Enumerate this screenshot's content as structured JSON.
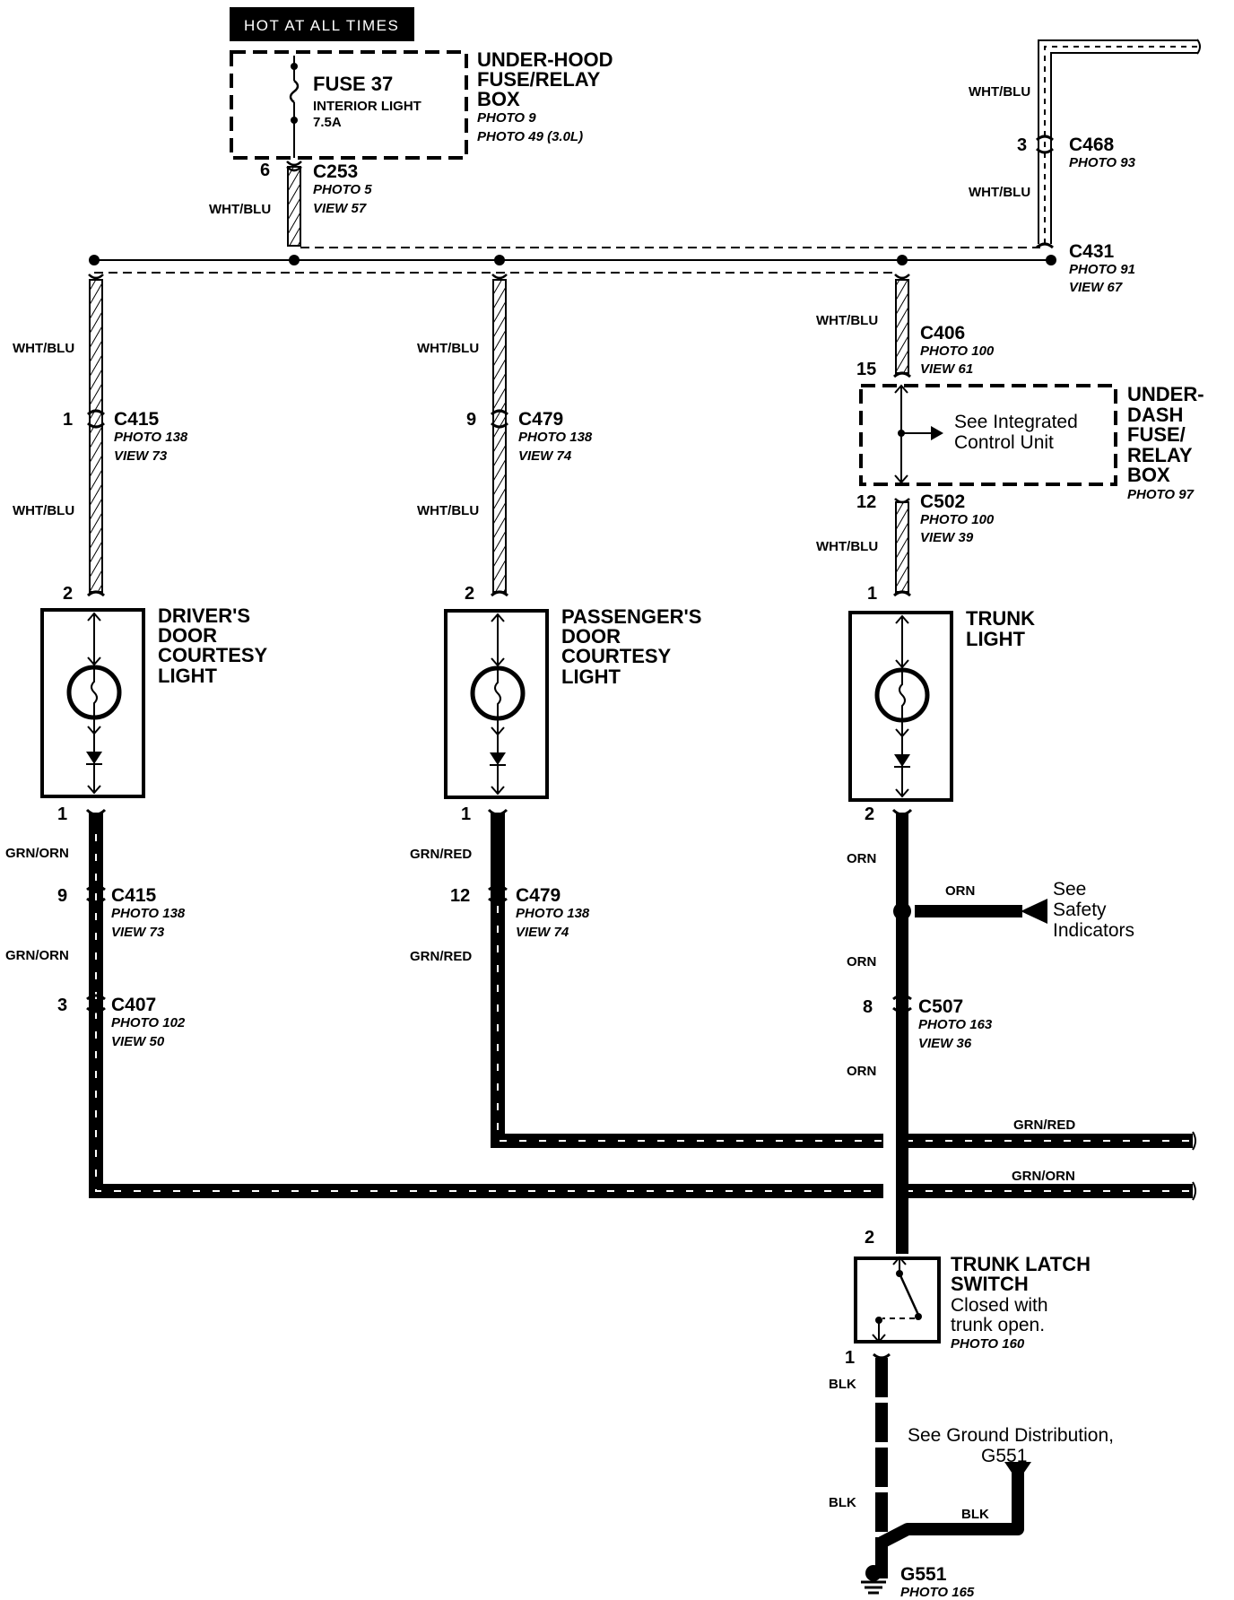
{
  "hot_at_all_times": "HOT AT ALL TIMES",
  "underhood_box": {
    "title_lines": [
      "UNDER-HOOD",
      "FUSE/RELAY",
      "BOX"
    ],
    "refs": [
      "PHOTO 9",
      "PHOTO 49 (3.0L)"
    ],
    "fuse_name": "FUSE 37",
    "fuse_desc": "INTERIOR LIGHT",
    "fuse_rating": "7.5A"
  },
  "c253": {
    "pin": "6",
    "name": "C253",
    "refs": [
      "PHOTO 5",
      "VIEW 57"
    ]
  },
  "c468": {
    "pin": "3",
    "name": "C468",
    "refs": [
      "PHOTO 93"
    ]
  },
  "c431": {
    "name": "C431",
    "refs": [
      "PHOTO 91",
      "VIEW 67"
    ]
  },
  "c406": {
    "pin": "15",
    "name": "C406",
    "refs": [
      "PHOTO 100",
      "VIEW 61"
    ]
  },
  "c502": {
    "pin": "12",
    "name": "C502",
    "refs": [
      "PHOTO 100",
      "VIEW 39"
    ]
  },
  "underdash_box": {
    "title_lines": [
      "UNDER-",
      "DASH",
      "FUSE/",
      "RELAY",
      "BOX"
    ],
    "ref": "PHOTO 97",
    "note_lines": [
      "See Integrated",
      "Control Unit"
    ]
  },
  "c415_top": {
    "pin": "1",
    "name": "C415",
    "refs": [
      "PHOTO 138",
      "VIEW 73"
    ]
  },
  "c479_top": {
    "pin": "9",
    "name": "C479",
    "refs": [
      "PHOTO 138",
      "VIEW 74"
    ]
  },
  "drivers_light": {
    "title_lines": [
      "DRIVER'S",
      "DOOR",
      "COURTESY",
      "LIGHT"
    ],
    "pin_top": "2",
    "pin_bottom": "1"
  },
  "passengers_light": {
    "title_lines": [
      "PASSENGER'S",
      "DOOR",
      "COURTESY",
      "LIGHT"
    ],
    "pin_top": "2",
    "pin_bottom": "1"
  },
  "trunk_light": {
    "title_lines": [
      "TRUNK",
      "LIGHT"
    ],
    "pin_top": "1",
    "pin_bottom": "2"
  },
  "c415_bottom": {
    "pin": "9",
    "name": "C415",
    "refs": [
      "PHOTO 138",
      "VIEW 73"
    ]
  },
  "c407": {
    "pin": "3",
    "name": "C407",
    "refs": [
      "PHOTO 102",
      "VIEW 50"
    ]
  },
  "c479_bottom": {
    "pin": "12",
    "name": "C479",
    "refs": [
      "PHOTO 138",
      "VIEW 74"
    ]
  },
  "c507": {
    "pin": "8",
    "name": "C507",
    "refs": [
      "PHOTO 163",
      "VIEW 36"
    ]
  },
  "safety_note": [
    "See",
    "Safety",
    "Indicators"
  ],
  "trunk_latch": {
    "title_lines": [
      "TRUNK LATCH",
      "SWITCH"
    ],
    "desc_lines": [
      "Closed with",
      "trunk open."
    ],
    "ref": "PHOTO 160",
    "pin_top": "2",
    "pin_bottom": "1"
  },
  "ground_note": [
    "See Ground Distribution,",
    "G551"
  ],
  "g551": {
    "name": "G551",
    "ref": "PHOTO 165"
  },
  "wire_colors": {
    "wht_blu": "WHT/BLU",
    "grn_orn": "GRN/ORN",
    "grn_red": "GRN/RED",
    "orn": "ORN",
    "blk": "BLK"
  }
}
